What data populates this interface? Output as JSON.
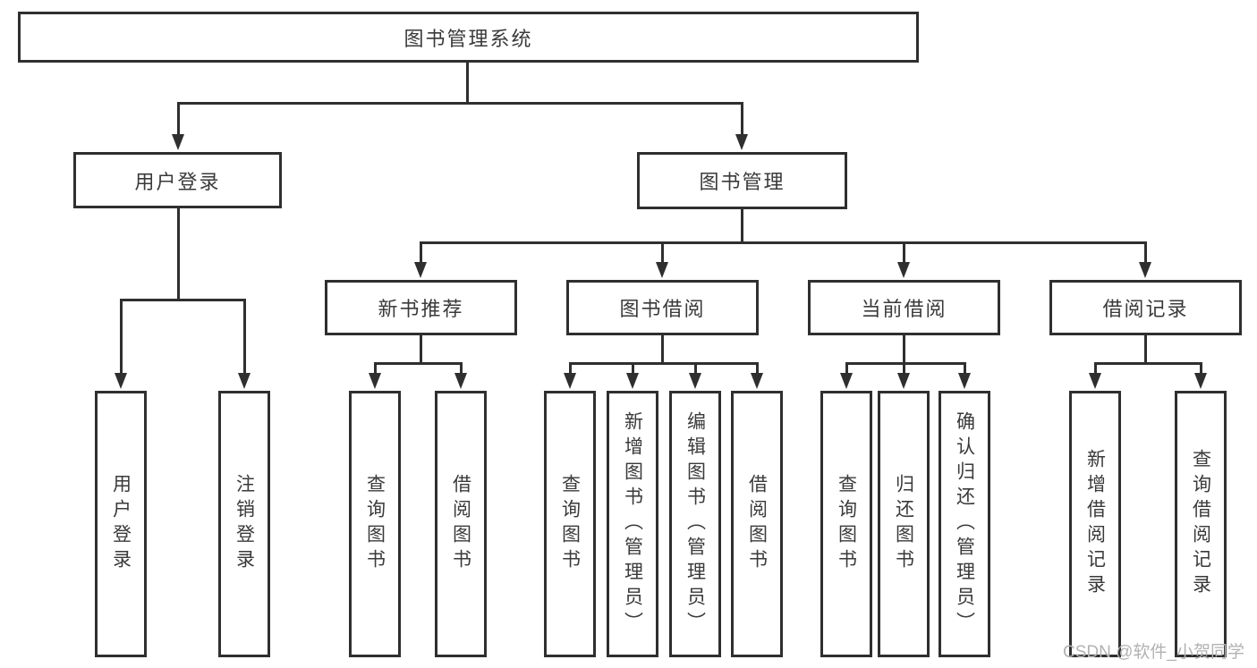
{
  "diagram": {
    "type": "hierarchy-tree",
    "root": {
      "label": "图书管理系统"
    },
    "branches": [
      {
        "label": "用户登录",
        "children": [
          {
            "label": "用户登录"
          },
          {
            "label": "注销登录"
          }
        ]
      },
      {
        "label": "图书管理",
        "children": [
          {
            "label": "新书推荐",
            "children": [
              {
                "label": "查询图书"
              },
              {
                "label": "借阅图书"
              }
            ]
          },
          {
            "label": "图书借阅",
            "children": [
              {
                "label": "查询图书"
              },
              {
                "label": "新增图书（管理员）"
              },
              {
                "label": "编辑图书（管理员）"
              },
              {
                "label": "借阅图书"
              }
            ]
          },
          {
            "label": "当前借阅",
            "children": [
              {
                "label": "查询图书"
              },
              {
                "label": "归还图书"
              },
              {
                "label": "确认归还（管理员）"
              }
            ]
          },
          {
            "label": "借阅记录",
            "children": [
              {
                "label": "新增借阅记录"
              },
              {
                "label": "查询借阅记录"
              }
            ]
          }
        ]
      }
    ],
    "colors": {
      "line": "#2f2f2f",
      "text": "#3a3a3a",
      "background": "#ffffff",
      "watermark": "#b2b2b2"
    }
  },
  "watermark": {
    "text": "CSDN @软件_小贺同学"
  }
}
